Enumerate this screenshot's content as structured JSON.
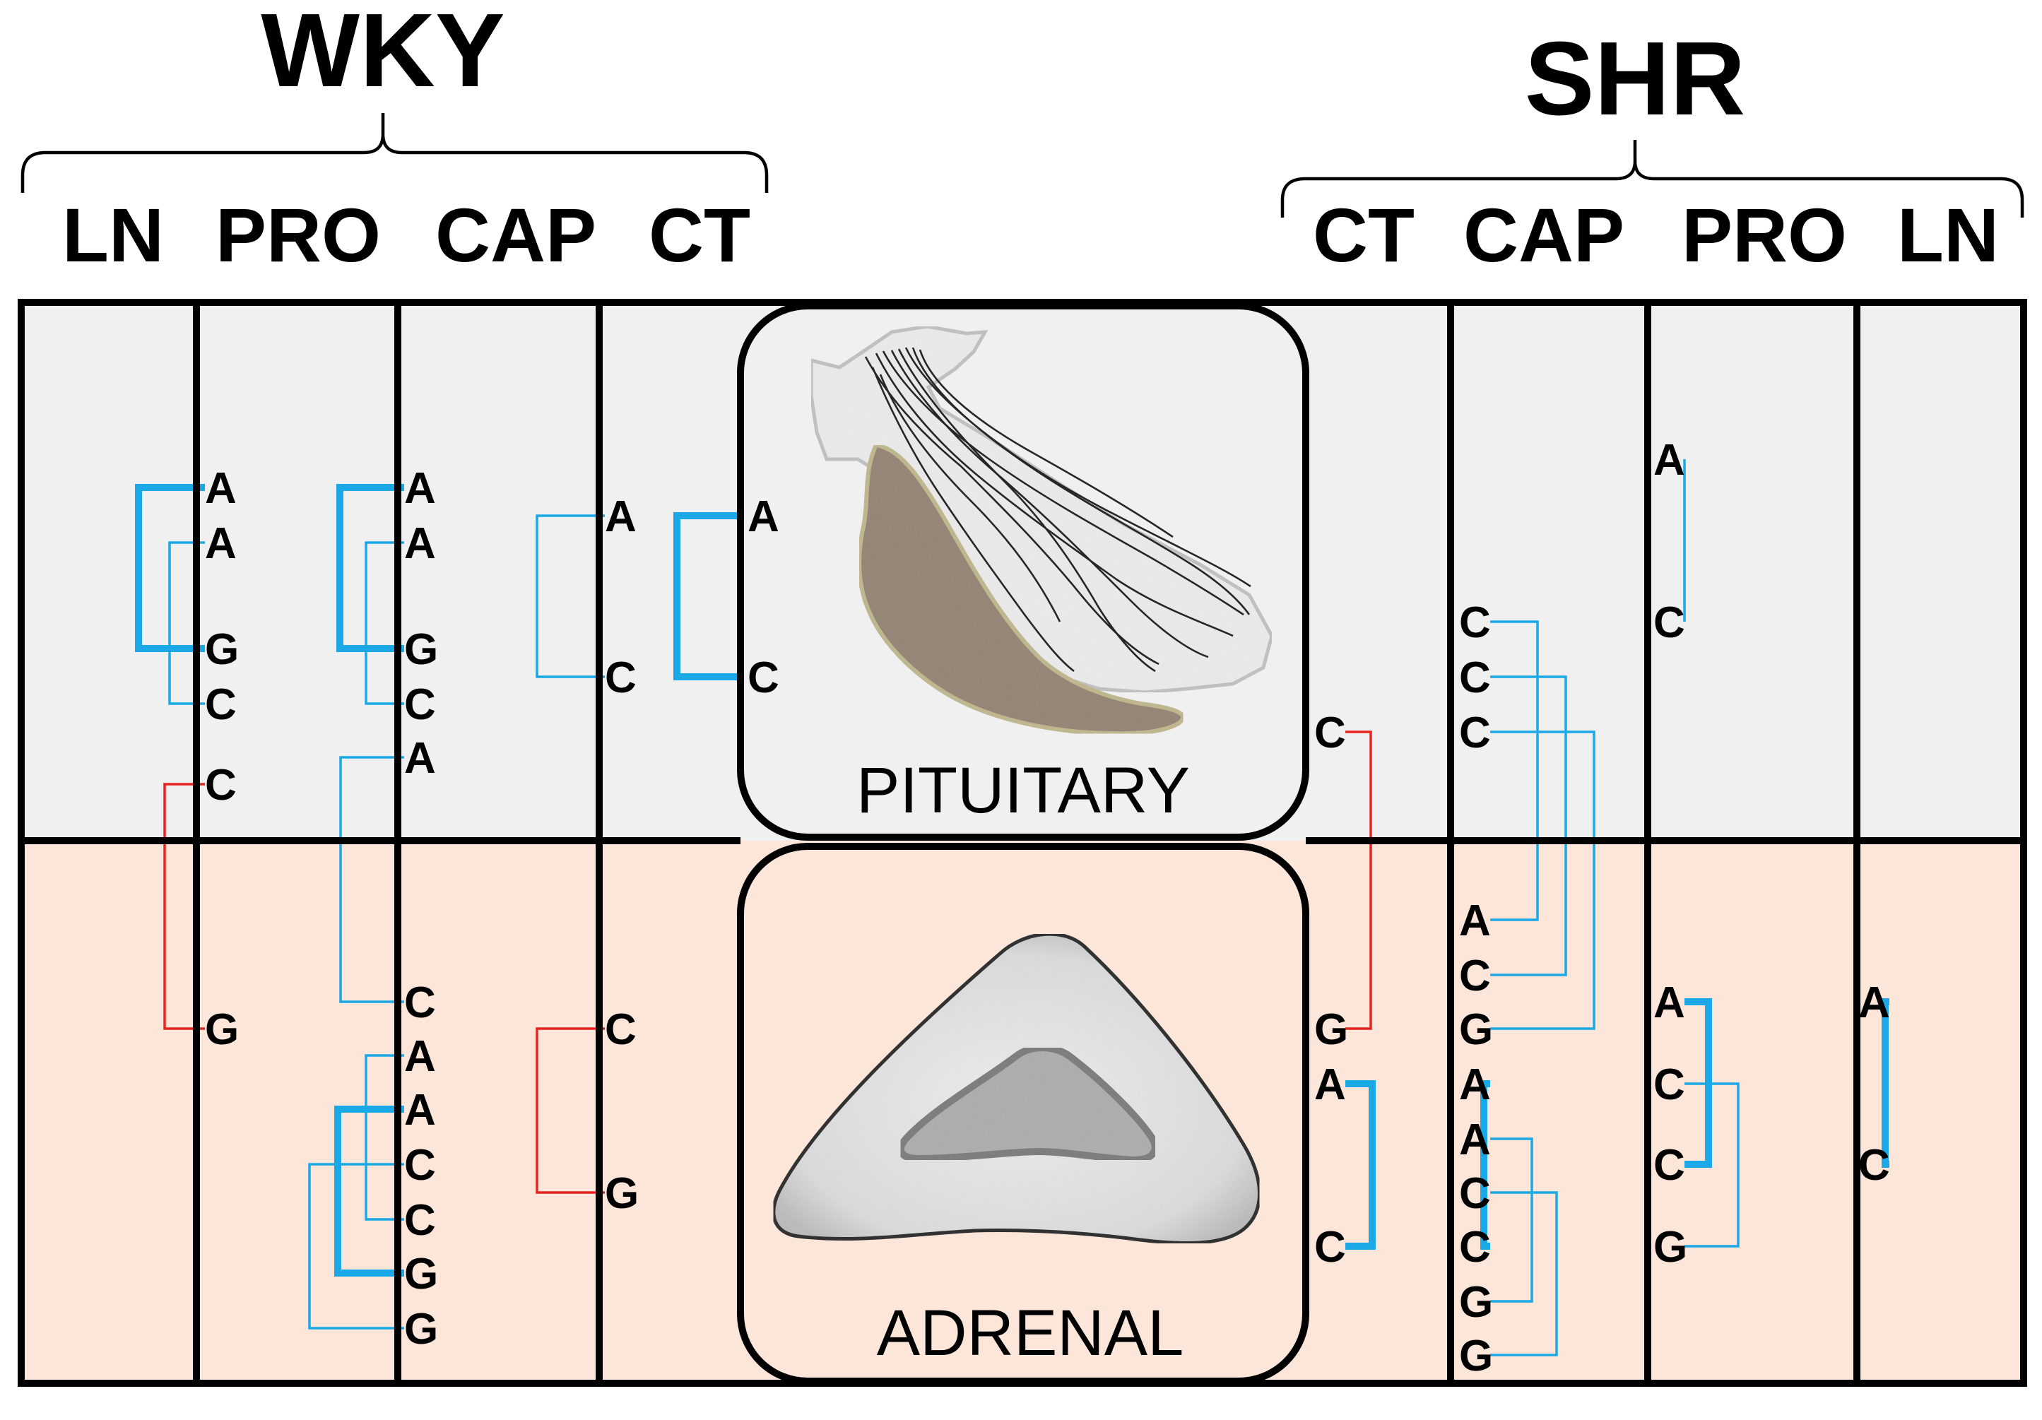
{
  "strains": {
    "left": "WKY",
    "right": "SHR"
  },
  "columns": {
    "left": [
      "LN",
      "PRO",
      "CAP",
      "CT"
    ],
    "right": [
      "CT",
      "CAP",
      "PRO",
      "LN"
    ]
  },
  "regions": {
    "top": "PITUITARY",
    "bottom": "ADRENAL"
  },
  "colors": {
    "pituitary_bg": "#f0f0f0",
    "adrenal_bg": "#fbe6d9",
    "blue": "#1ba8e6",
    "red": "#e8231f",
    "frame": "#000000"
  },
  "icons": {
    "pituitary": "pituitary-gland-illustration",
    "adrenal": "adrenal-gland-illustration"
  },
  "wky": {
    "ln": [
      {
        "label": "A",
        "region": "pituitary"
      },
      {
        "label": "A",
        "region": "pituitary"
      },
      {
        "label": "G",
        "region": "pituitary"
      },
      {
        "label": "C",
        "region": "pituitary"
      },
      {
        "label": "C",
        "region": "pituitary"
      },
      {
        "label": "G",
        "region": "adrenal"
      }
    ],
    "pro": [
      {
        "label": "A",
        "region": "pituitary"
      },
      {
        "label": "A",
        "region": "pituitary"
      },
      {
        "label": "G",
        "region": "pituitary"
      },
      {
        "label": "C",
        "region": "pituitary"
      },
      {
        "label": "A",
        "region": "pituitary"
      },
      {
        "label": "C",
        "region": "adrenal"
      },
      {
        "label": "A",
        "region": "adrenal"
      },
      {
        "label": "A",
        "region": "adrenal"
      },
      {
        "label": "C",
        "region": "adrenal"
      },
      {
        "label": "C",
        "region": "adrenal"
      },
      {
        "label": "G",
        "region": "adrenal"
      },
      {
        "label": "G",
        "region": "adrenal"
      }
    ],
    "cap": [
      {
        "label": "A",
        "region": "pituitary"
      },
      {
        "label": "C",
        "region": "pituitary"
      },
      {
        "label": "C",
        "region": "adrenal"
      },
      {
        "label": "G",
        "region": "adrenal"
      }
    ],
    "ct": [
      {
        "label": "A",
        "region": "pituitary"
      },
      {
        "label": "C",
        "region": "pituitary"
      }
    ]
  },
  "shr": {
    "ct": [
      {
        "label": "C",
        "region": "pituitary"
      },
      {
        "label": "G",
        "region": "adrenal"
      },
      {
        "label": "A",
        "region": "adrenal"
      },
      {
        "label": "C",
        "region": "adrenal"
      }
    ],
    "cap": [
      {
        "label": "C",
        "region": "pituitary"
      },
      {
        "label": "C",
        "region": "pituitary"
      },
      {
        "label": "C",
        "region": "pituitary"
      },
      {
        "label": "A",
        "region": "adrenal"
      },
      {
        "label": "C",
        "region": "adrenal"
      },
      {
        "label": "G",
        "region": "adrenal"
      },
      {
        "label": "A",
        "region": "adrenal"
      },
      {
        "label": "A",
        "region": "adrenal"
      },
      {
        "label": "C",
        "region": "adrenal"
      },
      {
        "label": "C",
        "region": "adrenal"
      },
      {
        "label": "G",
        "region": "adrenal"
      },
      {
        "label": "G",
        "region": "adrenal"
      }
    ],
    "pro": [
      {
        "label": "A",
        "region": "pituitary"
      },
      {
        "label": "C",
        "region": "pituitary"
      },
      {
        "label": "A",
        "region": "adrenal"
      },
      {
        "label": "C",
        "region": "adrenal"
      },
      {
        "label": "C",
        "region": "adrenal"
      },
      {
        "label": "G",
        "region": "adrenal"
      }
    ],
    "ln": [
      {
        "label": "A",
        "region": "adrenal"
      },
      {
        "label": "C",
        "region": "adrenal"
      }
    ]
  }
}
